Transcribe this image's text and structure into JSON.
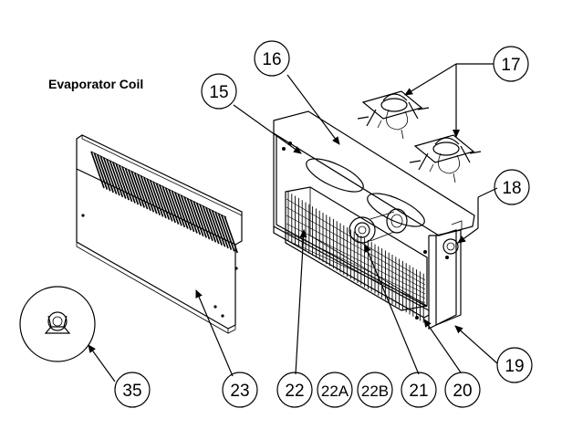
{
  "diagram": {
    "title": "Evaporator Coil",
    "callouts": [
      {
        "id": "c15",
        "label": "15"
      },
      {
        "id": "c16",
        "label": "16"
      },
      {
        "id": "c17",
        "label": "17"
      },
      {
        "id": "c18",
        "label": "18"
      },
      {
        "id": "c19",
        "label": "19"
      },
      {
        "id": "c20",
        "label": "20"
      },
      {
        "id": "c21",
        "label": "21"
      },
      {
        "id": "c22",
        "label": "22"
      },
      {
        "id": "c22A",
        "label": "22A"
      },
      {
        "id": "c22B",
        "label": "22B"
      },
      {
        "id": "c23",
        "label": "23"
      },
      {
        "id": "c35",
        "label": "35"
      }
    ]
  }
}
